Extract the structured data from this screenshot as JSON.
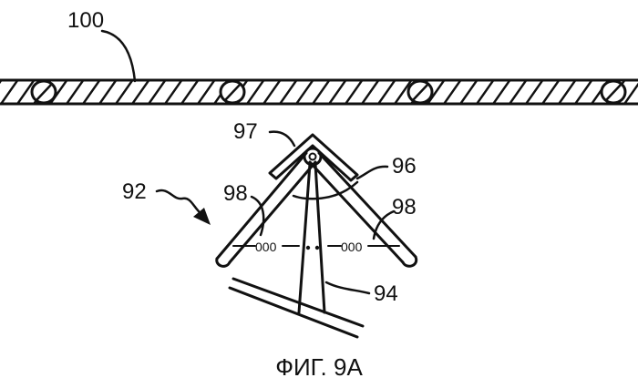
{
  "labels": {
    "panel": "100",
    "assembly": "92",
    "cap": "97",
    "pivot": "96",
    "spring_left": "98",
    "spring_right": "98",
    "post": "94",
    "coil_left": "000",
    "coil_right": "000"
  },
  "caption": "ФИГ. 9А",
  "colors": {
    "ink": "#111111",
    "background": "#ffffff"
  }
}
